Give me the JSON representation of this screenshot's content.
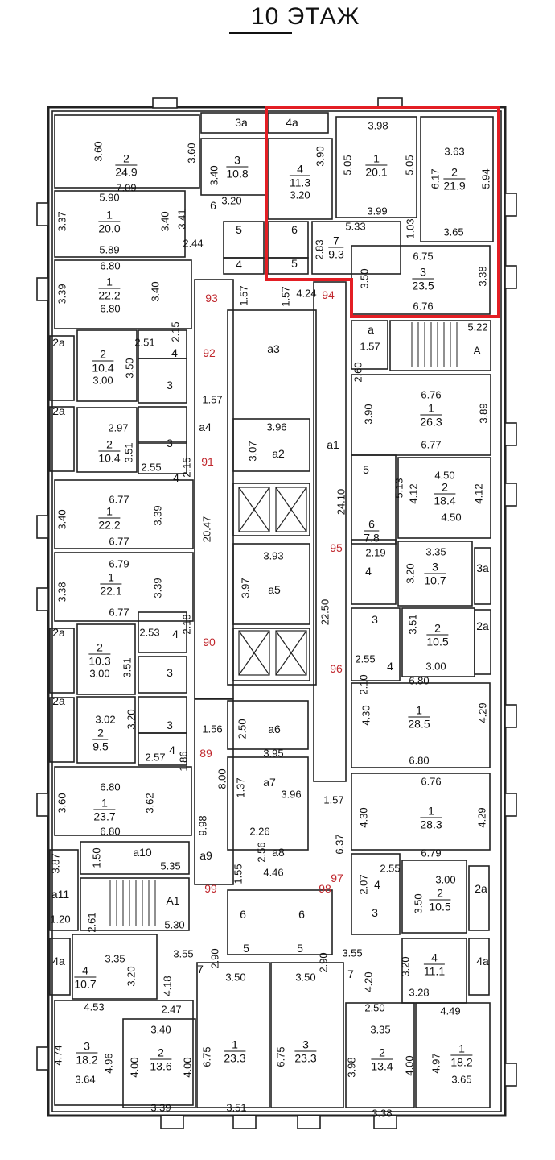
{
  "title": "10 ЭТАЖ",
  "highlight_color": "#e31e24",
  "apartment_number_color": "#c0272d",
  "apartment_numbers": [
    "93",
    "94",
    "92",
    "91",
    "95",
    "90",
    "96",
    "89",
    "97",
    "99",
    "98"
  ],
  "rooms": [
    {
      "num": "2",
      "area": "24.9"
    },
    {
      "num": "3",
      "area": "10.8"
    },
    {
      "num": "4",
      "area": "11.3"
    },
    {
      "num": "1",
      "area": "20.1"
    },
    {
      "num": "2",
      "area": "21.9"
    },
    {
      "num": "1",
      "area": "20.0"
    },
    {
      "num": "7",
      "area": "9.3"
    },
    {
      "num": "3",
      "area": "23.5"
    },
    {
      "num": "1",
      "area": "22.2"
    },
    {
      "num": "2",
      "area": "10.4"
    },
    {
      "num": "2",
      "area": "10.4"
    },
    {
      "num": "1",
      "area": "26.3"
    },
    {
      "num": "2",
      "area": "18.4"
    },
    {
      "num": "6",
      "area": "7.8"
    },
    {
      "num": "1",
      "area": "22.2"
    },
    {
      "num": "1",
      "area": "22.1"
    },
    {
      "num": "3",
      "area": "10.7"
    },
    {
      "num": "2",
      "area": "10.5"
    },
    {
      "num": "2",
      "area": "10.3"
    },
    {
      "num": "2",
      "area": "9.5"
    },
    {
      "num": "1",
      "area": "28.5"
    },
    {
      "num": "1",
      "area": "23.7"
    },
    {
      "num": "1",
      "area": "28.3"
    },
    {
      "num": "2",
      "area": "10.5"
    },
    {
      "num": "4",
      "area": "10.7"
    },
    {
      "num": "4",
      "area": "11.1"
    },
    {
      "num": "3",
      "area": "18.2"
    },
    {
      "num": "2",
      "area": "13.6"
    },
    {
      "num": "1",
      "area": "23.3"
    },
    {
      "num": "3",
      "area": "23.3"
    },
    {
      "num": "2",
      "area": "13.4"
    },
    {
      "num": "1",
      "area": "18.2"
    }
  ],
  "dimensions": [
    "3.60",
    "7.09",
    "3.60",
    "3.40",
    "3.20",
    "3.90",
    "3.20",
    "3.98",
    "5.05",
    "5.05",
    "3.99",
    "3.63",
    "6.17",
    "5.94",
    "3.65",
    "5.90",
    "3.37",
    "3.40",
    "3.41",
    "5.89",
    "2.44",
    "5.33",
    "1.03",
    "2.83",
    "6.75",
    "3.50",
    "3.38",
    "6.76",
    "6.80",
    "3.39",
    "3.40",
    "6.80",
    "1.57",
    "1.57",
    "4.24",
    "2.15",
    "2.51",
    "1.57",
    "5.22",
    "2.60",
    "3.00",
    "3.50",
    "1.57",
    "3.96",
    "3.07",
    "2.97",
    "3.51",
    "2.55",
    "2.15",
    "20.47",
    "24.10",
    "6.76",
    "3.90",
    "3.89",
    "6.77",
    "4.50",
    "4.12",
    "4.12",
    "4.50",
    "5.13",
    "6.77",
    "3.40",
    "3.39",
    "6.77",
    "6.79",
    "3.38",
    "3.39",
    "6.77",
    "3.93",
    "3.97",
    "2.19",
    "3.35",
    "3.20",
    "2.18",
    "2.53",
    "22.50",
    "3.51",
    "3.00",
    "2.55",
    "2.10",
    "3.00",
    "3.51",
    "3.02",
    "3.20",
    "2.57",
    "1.86",
    "1.56",
    "2.50",
    "3.95",
    "6.80",
    "4.30",
    "4.29",
    "6.80",
    "6.80",
    "3.60",
    "3.62",
    "6.80",
    "8.00",
    "1.37",
    "3.96",
    "1.57",
    "6.76",
    "4.30",
    "4.29",
    "6.79",
    "9.98",
    "2.26",
    "2.56",
    "1.50",
    "5.35",
    "3.87",
    "6.37",
    "1.55",
    "4.46",
    "2.07",
    "2.55",
    "3.00",
    "3.50",
    "2.61",
    "1.20",
    "5.30",
    "2.90",
    "2.90",
    "3.55",
    "3.55",
    "3.35",
    "3.20",
    "4.18",
    "4.20",
    "3.50",
    "3.50",
    "3.20",
    "3.28",
    "4.53",
    "2.47",
    "2.50",
    "4.49",
    "3.40",
    "3.35",
    "6.75",
    "6.75",
    "4.74",
    "4.96",
    "3.64",
    "4.00",
    "4.00",
    "3.39",
    "3.98",
    "4.00",
    "3.38",
    "4.97",
    "3.65",
    "3.51"
  ],
  "room_codes": [
    "3а",
    "4а",
    "6",
    "5",
    "6",
    "4",
    "5",
    "а",
    "А",
    "а3",
    "4",
    "3",
    "а4",
    "а2",
    "а1",
    "3",
    "4",
    "5",
    "а5",
    "4",
    "3а",
    "2а",
    "3",
    "4",
    "4",
    "3",
    "а6",
    "3",
    "4",
    "а7",
    "а8",
    "а9",
    "а10",
    "а11",
    "А1",
    "4",
    "3",
    "2а",
    "7",
    "7",
    "5",
    "5",
    "6",
    "6",
    "4а",
    "4а",
    "2а",
    "2а",
    "2а",
    "2а"
  ]
}
